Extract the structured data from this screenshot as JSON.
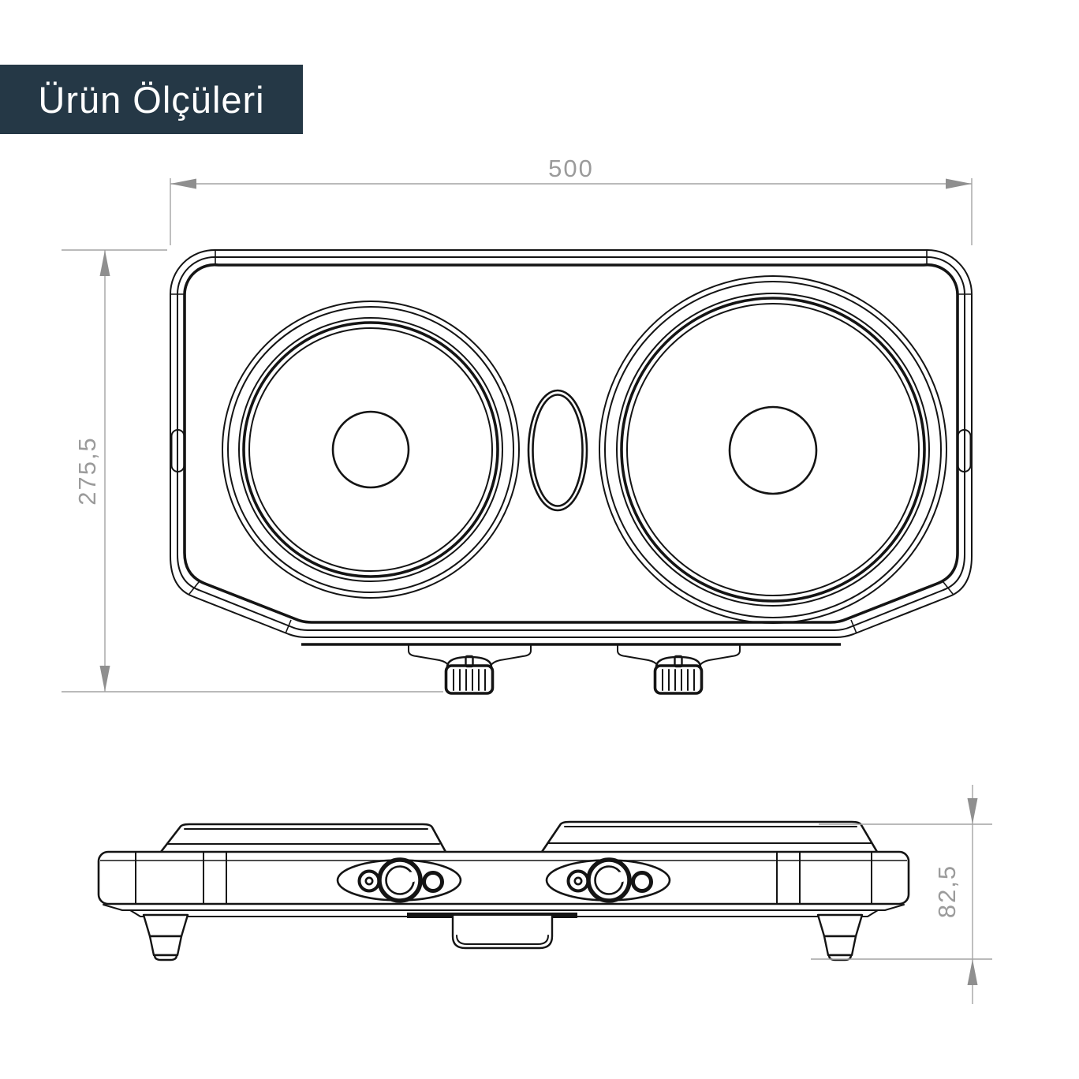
{
  "badge": {
    "label": "Ürün Ölçüleri",
    "bg_color": "#253846",
    "text_color": "#ffffff"
  },
  "dimensions": {
    "width": "500",
    "depth": "275,5",
    "height": "82,5"
  },
  "colors": {
    "drawing_line": "#141414",
    "dimension_line": "#a4a4a4",
    "dimension_text": "#9b9b9b",
    "background": "#ffffff"
  },
  "drawing": {
    "subject": "double-hotplate",
    "views": [
      "top-view",
      "front-view"
    ]
  }
}
